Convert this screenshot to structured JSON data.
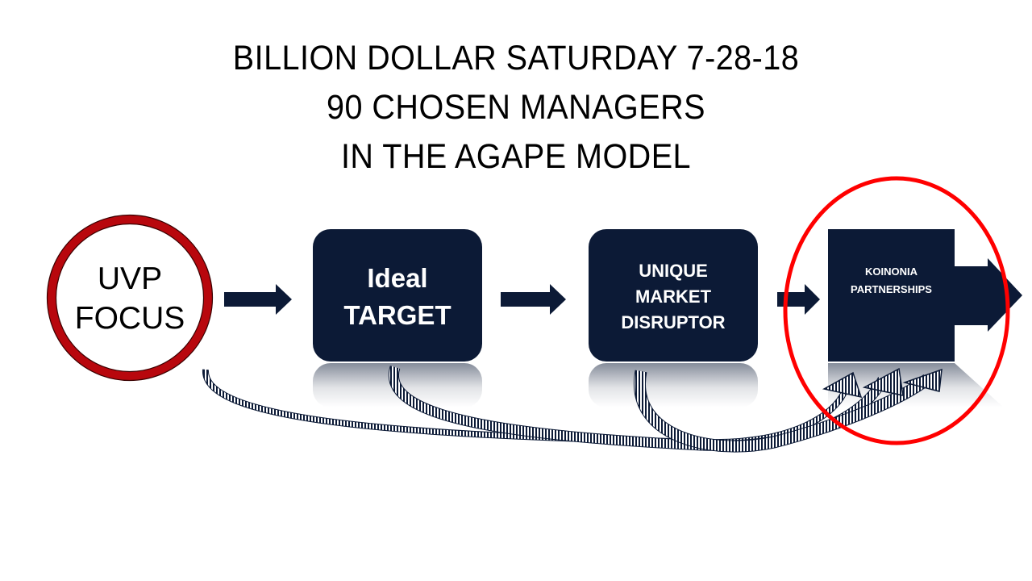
{
  "title": {
    "line1": "BILLION DOLLAR SATURDAY 7-28-18",
    "line2": "90 CHOSEN MANAGERS",
    "line3": "IN THE AGAPE MODEL"
  },
  "nodes": {
    "uvp": {
      "line1": "UVP",
      "line2": "FOCUS"
    },
    "ideal_target": {
      "line1": "Ideal",
      "line2": "TARGET"
    },
    "disruptor": {
      "line1": "UNIQUE",
      "line2": "MARKET",
      "line3": "DISRUPTOR"
    },
    "koinonia": {
      "line1": "KOINONIA",
      "line2": "PARTNERSHIPS"
    }
  },
  "colors": {
    "navy": "#0c1a36",
    "circle_red": "#b8070d",
    "highlight_red": "#ff0000"
  }
}
